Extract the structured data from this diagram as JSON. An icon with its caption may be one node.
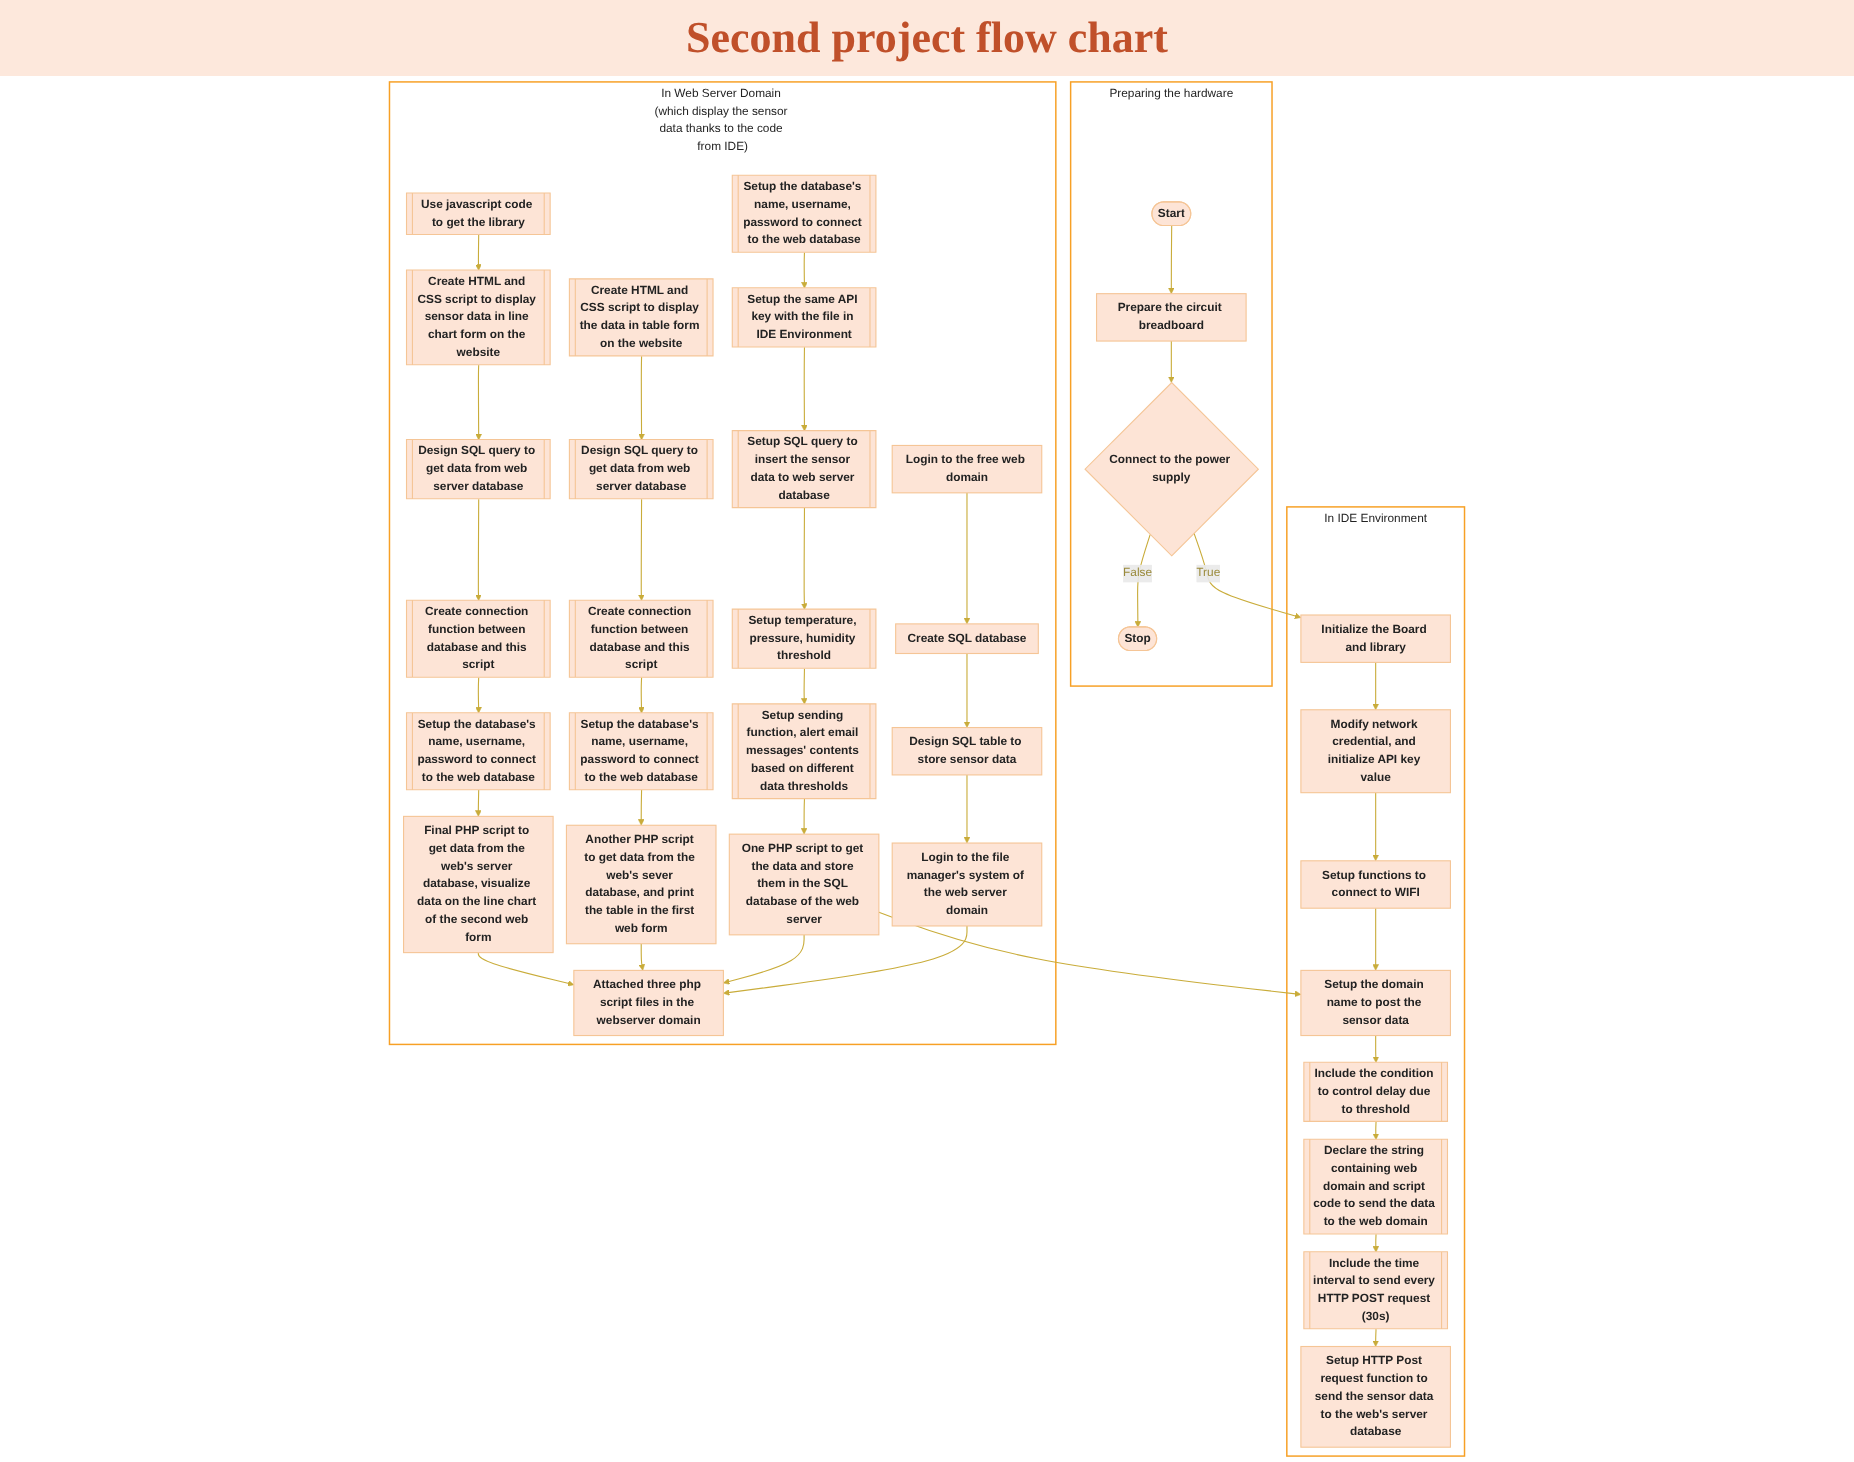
{
  "diagram": {
    "title": "Second project flow chart",
    "nodes": [
      {
        "text": [
          "Preparing the hardware"
        ]
      },
      {
        "text": [
          "Start"
        ],
        "in": 0
      },
      {
        "text": [
          "Prepare the circuit breadboard"
        ],
        "in": 0
      },
      {
        "text": [
          "Connect to the power supply"
        ],
        "in": 0
      },
      {
        "text": [
          "Stop"
        ],
        "in": 0
      },
      {
        "text": [
          "In IDE Environment"
        ]
      },
      {
        "text": [
          "Initialize the Board and library"
        ],
        "in": 5
      },
      {
        "text": [
          "Modify network credential, and initialize API key value"
        ],
        "in": 5
      },
      {
        "text": [
          "Setup functions to connect to WIFI"
        ],
        "in": 5
      },
      {
        "text": [
          "Setup the domain name to post the sensor data"
        ],
        "in": 5
      },
      {
        "text": [
          "Include the condition to control delay due to threshold"
        ],
        "in": 5
      },
      {
        "text": [
          "Declare the string containing web domain and script code to send the data to the web domain"
        ],
        "in": 5
      },
      {
        "text": [
          "Include the time interval to send every HTTP POST request (30s)"
        ],
        "in": 5
      },
      {
        "text": [
          "Setup HTTP Post request function to send the sensor data to the web's server database"
        ],
        "in": 5
      },
      {
        "text": [
          "In Web Server Domain (which display the sensor data thanks to the code from IDE)"
        ]
      },
      {
        "text": [
          "Login to the file manager's system of the web server domain"
        ],
        "in": 14
      },
      {
        "text": [
          "Design SQL table to store sensor data"
        ],
        "in": 14
      },
      {
        "text": [
          "Create SQL database"
        ],
        "in": 14
      },
      {
        "text": [
          "Login to the free web domain"
        ],
        "in": 14
      },
      {
        "text": [
          "Attached three php script files in the webserver domain"
        ],
        "in": 14
      },
      {
        "text": [
          "One PHP script to get the data and store them in the SQL database of the web server"
        ],
        "in": 14
      },
      {
        "text": [
          "Another PHP script to get data from the web's sever database, and print the table in the first web form"
        ],
        "in": 14
      },
      {
        "text": [
          "Final PHP script to get data from the web's server database, visualize data on the line chart of the second web form"
        ],
        "in": 14
      },
      {
        "text": [
          "Setup sending function, alert email messages' contents based on different data thresholds"
        ],
        "in": 14
      },
      {
        "text": [
          "Setup temperature, pressure, humidity threshold"
        ],
        "in": 14
      },
      {
        "text": [
          "Setup SQL query to insert the sensor data to web server database"
        ],
        "in": 14
      },
      {
        "text": [
          "Setup the same API key with the file in IDE Environment"
        ],
        "in": 14
      },
      {
        "text": [
          "Setup the database's name, username, password to connect to the web database"
        ],
        "in": 14
      },
      {
        "text": [
          "Setup the database's name, username, password to connect to the web database"
        ],
        "in": 14
      },
      {
        "text": [
          "Create connection function between database and this script"
        ],
        "in": 14
      },
      {
        "text": [
          "Design SQL query to get data from web server database"
        ],
        "in": 14
      },
      {
        "text": [
          "Create HTML and CSS script to display the data in table form on the website"
        ],
        "in": 14
      },
      {
        "text": [
          "Setup the database's name, username, password to connect to the web database"
        ],
        "in": 14
      },
      {
        "text": [
          "Create connection function between database and this script"
        ],
        "in": 14
      },
      {
        "text": [
          "Design SQL query to get data from web server database"
        ],
        "in": 14
      },
      {
        "text": [
          "Create HTML and CSS script to display sensor data in line chart form on the website"
        ],
        "in": 14
      },
      {
        "text": [
          "Use javascript code to get the library"
        ],
        "in": 14
      }
    ],
    "edges": [
      {
        "from": 1,
        "to": 2,
        "arrow": "to"
      },
      {
        "from": 2,
        "to": 3,
        "arrow": "to"
      },
      {
        "from": 3,
        "to": 4,
        "arrow": "to",
        "label": "False"
      },
      {
        "from": 3,
        "to": 6,
        "arrow": "to",
        "label": "True"
      },
      {
        "from": 6,
        "to": 7,
        "arrow": "to"
      },
      {
        "from": 7,
        "to": 8,
        "arrow": "to"
      },
      {
        "from": 8,
        "to": 9,
        "arrow": "to"
      },
      {
        "from": 9,
        "to": 10,
        "arrow": "to"
      },
      {
        "from": 10,
        "to": 11,
        "arrow": "to"
      },
      {
        "from": 11,
        "to": 12,
        "arrow": "to"
      },
      {
        "from": 12,
        "to": 13,
        "arrow": "to"
      },
      {
        "from": 18,
        "to": 17,
        "arrow": "to"
      },
      {
        "from": 17,
        "to": 16,
        "arrow": "to"
      },
      {
        "from": 16,
        "to": 15,
        "arrow": "to"
      },
      {
        "from": 15,
        "to": 19,
        "arrow": "to"
      },
      {
        "from": 20,
        "to": 9,
        "arrow": "to"
      },
      {
        "from": 20,
        "to": 19,
        "arrow": "to"
      },
      {
        "from": 21,
        "to": 19,
        "arrow": "to"
      },
      {
        "from": 22,
        "to": 19,
        "arrow": "to"
      },
      {
        "from": 27,
        "to": 26,
        "arrow": "to"
      },
      {
        "from": 26,
        "to": 25,
        "arrow": "to"
      },
      {
        "from": 25,
        "to": 24,
        "arrow": "to"
      },
      {
        "from": 24,
        "to": 23,
        "arrow": "to"
      },
      {
        "from": 23,
        "to": 20,
        "arrow": "to"
      },
      {
        "from": 31,
        "to": 30,
        "arrow": "to"
      },
      {
        "from": 30,
        "to": 29,
        "arrow": "to"
      },
      {
        "from": 29,
        "to": 28,
        "arrow": "to"
      },
      {
        "from": 28,
        "to": 21,
        "arrow": "to"
      },
      {
        "from": 36,
        "to": 35,
        "arrow": "to"
      },
      {
        "from": 35,
        "to": 34,
        "arrow": "to"
      },
      {
        "from": 34,
        "to": 33,
        "arrow": "to"
      },
      {
        "from": 33,
        "to": 32,
        "arrow": "to"
      },
      {
        "from": 32,
        "to": 22,
        "arrow": "to"
      }
    ]
  }
}
